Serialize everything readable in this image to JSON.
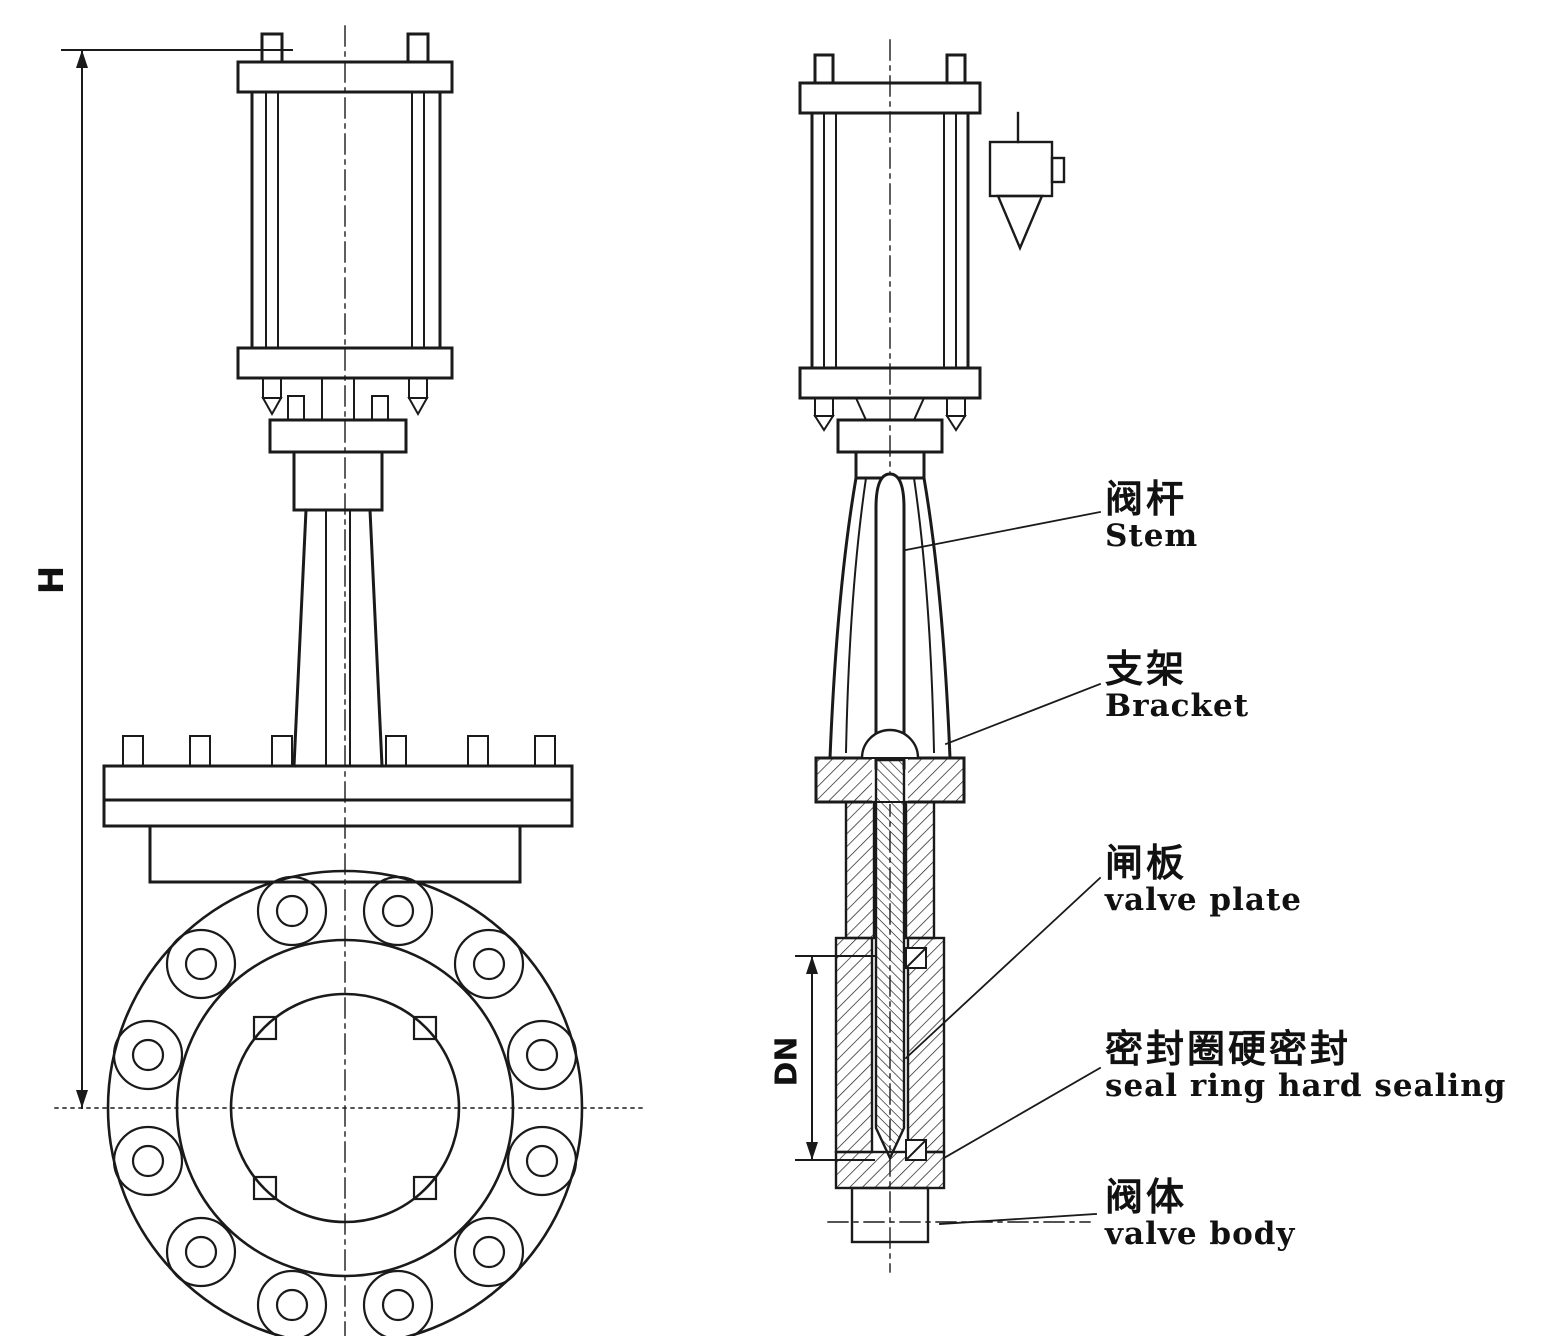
{
  "diagram": {
    "dimension_labels": {
      "height": "H",
      "nominal_diameter": "DN"
    },
    "callouts": [
      {
        "zh": "阀杆",
        "en": "Stem"
      },
      {
        "zh": "支架",
        "en": "Bracket"
      },
      {
        "zh": "闸板",
        "en": "valve plate"
      },
      {
        "zh": "密封圈硬密封",
        "en": "seal ring hard sealing"
      },
      {
        "zh": "阀体",
        "en": "valve body"
      }
    ],
    "colors": {
      "line": "#1a1a1a",
      "background": "#ffffff"
    }
  }
}
